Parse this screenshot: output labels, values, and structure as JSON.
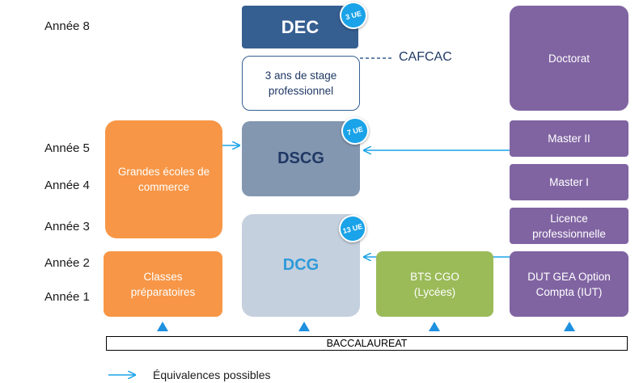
{
  "years": {
    "y8": "Année 8",
    "y5": "Année 5",
    "y4": "Année 4",
    "y3": "Année 3",
    "y2": "Année 2",
    "y1": "Année 1"
  },
  "boxes": {
    "dec": "DEC",
    "stage": "3 ans de stage professionnel",
    "cafcac": "CAFCAC",
    "doctorat": "Doctorat",
    "grandes_ecoles": "Grandes écoles de commerce",
    "dscg": "DSCG",
    "master2": "Master II",
    "master1": "Master I",
    "licence_pro": "Licence professionnelle",
    "classes_prepa": "Classes préparatoires",
    "dcg": "DCG",
    "bts": "BTS CGO (Lycées)",
    "dut": "DUT GEA Option Compta (IUT)"
  },
  "badges": {
    "dec": "3 UE",
    "dscg": "7 UE",
    "dcg": "13 UE"
  },
  "baccalaureat": "BACCALAUREAT",
  "legend": {
    "label": "Équivalences possibles"
  },
  "colors": {
    "dec": "#365f91",
    "dscg": "#8497b0",
    "dcg": "#c5d0de",
    "orange": "#f79646",
    "green": "#9bbb59",
    "purple": "#8064a2",
    "arrow": "#1aa3e8",
    "triangle": "#1e90e0"
  }
}
